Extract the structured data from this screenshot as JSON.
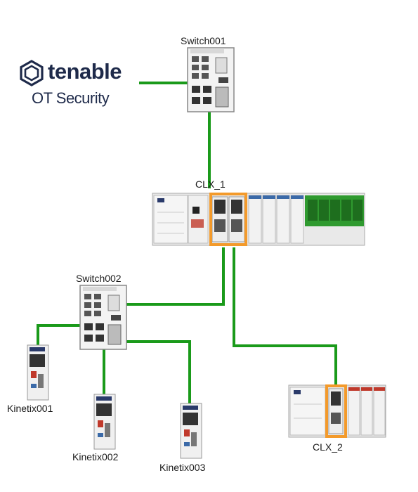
{
  "logo": {
    "brand": "tenable",
    "product": "OT Security"
  },
  "devices": {
    "switch1": "Switch001",
    "switch2": "Switch002",
    "clx1": "CLX_1",
    "clx2": "CLX_2",
    "kinetix1": "Kinetix001",
    "kinetix2": "Kinetix002",
    "kinetix3": "Kinetix003"
  },
  "colors": {
    "link": "#1a9a1a",
    "highlight": "#f39a2b",
    "logo": "#1e2a4a",
    "io_green": "#2f9a2f",
    "module_red": "#c0392b"
  },
  "icons": [
    "tenable-hex-icon",
    "network-switch-icon",
    "controllogix-chassis-icon",
    "kinetix-drive-icon"
  ]
}
